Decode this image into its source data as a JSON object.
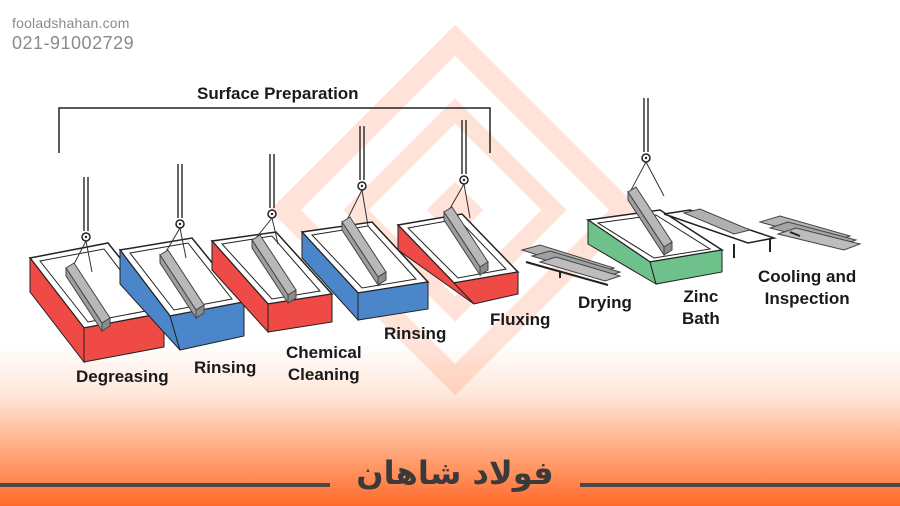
{
  "brand": {
    "website": "fooladshahan.com",
    "phone": "021-91002729",
    "footer_name": "فولاد شاهان"
  },
  "diagram": {
    "section_label": "Surface Preparation",
    "steps": [
      {
        "line1": "Degreasing",
        "line2": ""
      },
      {
        "line1": "Rinsing",
        "line2": ""
      },
      {
        "line1": "Chemical",
        "line2": "Cleaning"
      },
      {
        "line1": "Rinsing",
        "line2": ""
      },
      {
        "line1": "Fluxing",
        "line2": ""
      },
      {
        "line1": "Drying",
        "line2": ""
      },
      {
        "line1": "Zinc",
        "line2": "Bath"
      },
      {
        "line1": "Cooling and",
        "line2": "Inspection"
      }
    ]
  },
  "colors": {
    "red_tank": "#ef4a45",
    "blue_tank": "#4a86c9",
    "green_tank": "#6fc18b",
    "accent_orange": "#ff6a2b",
    "steel": "#a7a7a7"
  }
}
